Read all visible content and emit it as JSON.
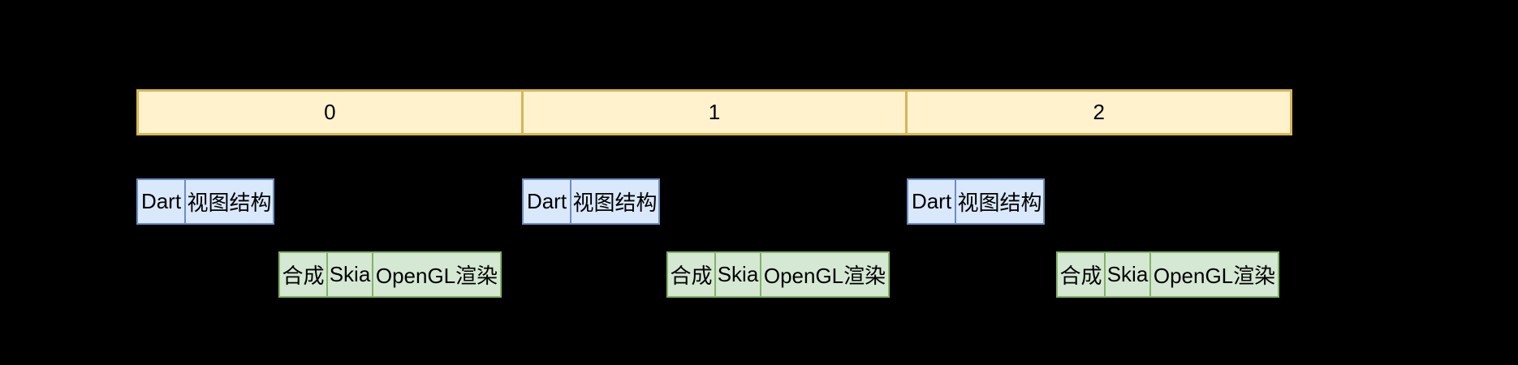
{
  "diagram_title": "frame-rendering-pipeline",
  "colors": {
    "background": "#000000",
    "timeline_fill": "#FFF2CC",
    "timeline_border": "#D6B656",
    "ui_box_fill": "#DAE8FC",
    "ui_box_border": "#6C8EBF",
    "raster_box_fill": "#D5E8D4",
    "raster_box_border": "#82B366",
    "text": "#000000"
  },
  "frames": [
    {
      "label": "0",
      "ui_box": {
        "cells": [
          "Dart",
          "视图结构"
        ]
      },
      "raster_box": {
        "cells": [
          "合成",
          "Skia",
          "OpenGL渲染"
        ]
      }
    },
    {
      "label": "1",
      "ui_box": {
        "cells": [
          "Dart",
          "视图结构"
        ]
      },
      "raster_box": {
        "cells": [
          "合成",
          "Skia",
          "OpenGL渲染"
        ]
      }
    },
    {
      "label": "2",
      "ui_box": {
        "cells": [
          "Dart",
          "视图结构"
        ]
      },
      "raster_box": {
        "cells": [
          "合成",
          "Skia",
          "OpenGL渲染"
        ]
      }
    }
  ]
}
